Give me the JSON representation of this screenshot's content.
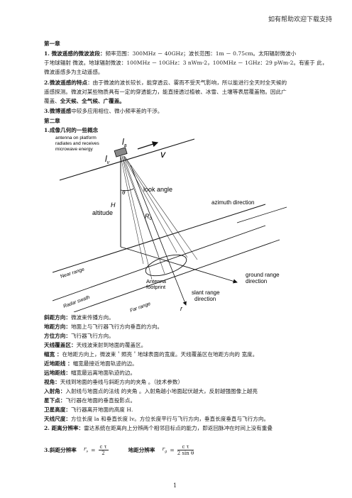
{
  "header": "如有帮助欢迎下载支持",
  "ch1": {
    "title": "第一章",
    "p1_label": "1. 微波遥感的微波波段：",
    "p1_text_a": "频率范围：300MHz － 40GHz；波长范围：1m － 0.75cm。太阳辐射微波小",
    "p1_text_b": "于地球辐射 微波。地球辐射微波：100MHz － 10GHz：3 nWm-2，100MHz － 1GHz：29 pWm-2。有鉴于 此，",
    "p1_text_c": "微波遥感多为主动遥感。",
    "p2_label": "2.微波遥感的特点",
    "p2_text_a": "：由于微波的波长较长，能穿透云、雾而不受天气影响，所以能进行全天时全天候的",
    "p2_text_b": "遥感探测。微波对某些物质具有一定的穿透能力，能直接透过植被、冰雪、土壤等表层覆盖物。因此广",
    "p2_text_c": "覆盖、",
    "p2_bold": "全天候、全气候、广覆盖。",
    "p3_label": "3.微博遥感",
    "p3_text": "中较多应用相位、微小频率差的干涉。"
  },
  "ch2": {
    "title": "第二章",
    "s1": "1.成像几何的一些概念"
  },
  "figure": {
    "antenna_note_1": "antenna on platform",
    "antenna_note_2": "radiates and receives",
    "antenna_note_3": "microwave energy",
    "la": "l",
    "la_sub": "a",
    "lv": "l",
    "lv_sub": "v",
    "v": "v",
    "theta": "θ",
    "look_angle": "look angle",
    "azimuth": "azimuth direction",
    "H": "H",
    "altitude": "altitude",
    "R0": "R",
    "R0_sub": "0",
    "near_range": "Near range",
    "antenna_footprint_1": "Antenna",
    "antenna_footprint_2": "footprint",
    "ground_range_1": "ground range",
    "ground_range_2": "direction",
    "radar_swath": "Radar swath",
    "far_range": "Far range",
    "slant_range_1": "slant range",
    "slant_range_2": "direction",
    "r": "r"
  },
  "defs": [
    {
      "term": "斜距方向：",
      "desc": "微波束传播方向。"
    },
    {
      "term": "地距方向：",
      "desc": "地面上与飞行器飞行方向垂直的方向。"
    },
    {
      "term": "方位方向：",
      "desc": "飞行器飞行方向。"
    },
    {
      "term": "天线覆盖区：",
      "desc": "天线波束射到地面的覆盖区。"
    },
    {
      "term": "幅宽 ：",
      "desc": "在地距方向上，微波束＇照亮＇地球表面的宽度。天线覆盖区在地距方向的 宽度。"
    },
    {
      "term": "近地距线 ：",
      "desc": "幅宽最接近地面轨迹的边。"
    },
    {
      "term": "远地距线：",
      "desc": "幅宽最远离地面轨迹的边。"
    },
    {
      "term": "视角：",
      "desc": "天线到地面的垂线与斜距方向的夹角  。（技术参数）"
    },
    {
      "term": "入射角：",
      "desc": "入射线与地面点的法线 的夹角  。入射角越小地面起伏越大，反射越强图像上越亮"
    },
    {
      "term": "星下点：",
      "desc": "飞行器在地面的垂直投影点。"
    },
    {
      "term": "卫星高度：",
      "desc": "飞行器离开地面的高度  H."
    },
    {
      "term": "天线尺度：",
      "desc": "方位长度  la 和垂直长度  lv。方位长度平行与飞行方向，垂直长度垂直与飞行方向。"
    },
    {
      "term": "2.  距离分辨率：",
      "desc": "雷达系统在距离向上分辨两个相邻目标点的能力，即返回脉冲在时间上没有重叠"
    }
  ],
  "formula": {
    "label1": "3.斜距分辨率",
    "r_s": "r",
    "r_s_sub": "s",
    "eq": "=",
    "num1": "c τ",
    "den1": "2",
    "label2": "地距分辨率",
    "r_g": "r",
    "r_g_sub": "g",
    "num2": "c τ",
    "den2": "2 sin θ"
  },
  "page_number": "1"
}
